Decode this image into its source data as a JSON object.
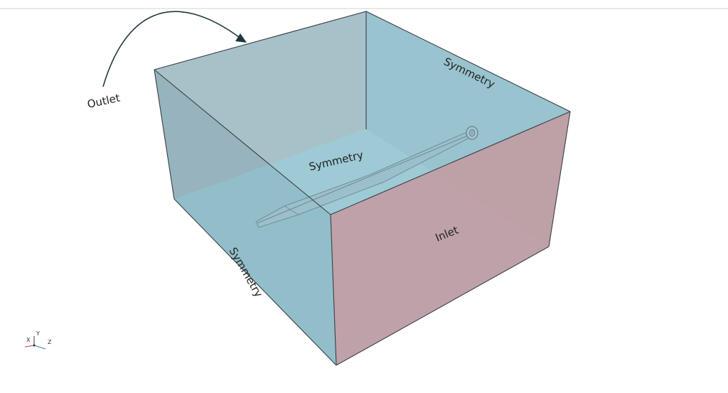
{
  "labels": {
    "outlet": "Outlet",
    "symmetry_top": "Symmetry",
    "symmetry_floor": "Symmetry",
    "symmetry_side": "Symmetry",
    "inlet": "Inlet"
  },
  "axes_triad": {
    "x": "X",
    "y": "Y",
    "z": "Z"
  },
  "colors": {
    "symmetry_face": "#8ab9c6",
    "pink_face": "#c9a1a6",
    "floor_face": "#9ecddc",
    "edge": "#3a3f44",
    "body": "#9fbfcc"
  }
}
